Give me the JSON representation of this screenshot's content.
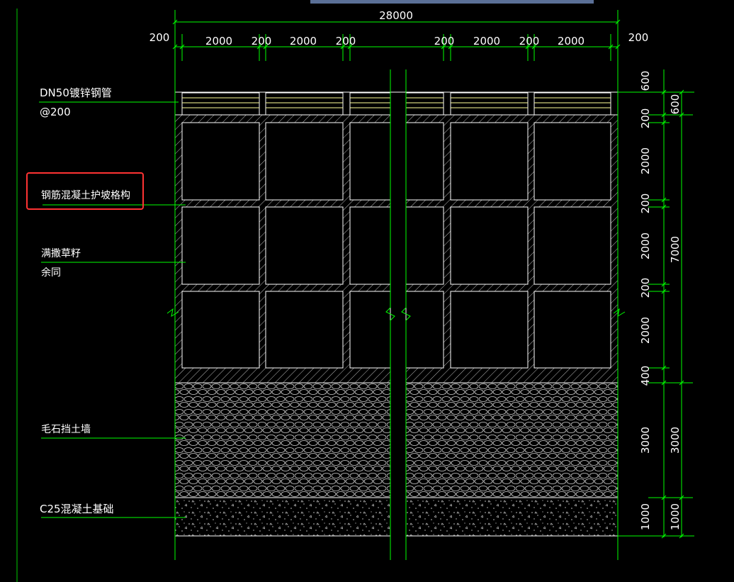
{
  "colors": {
    "background": "#000000",
    "dimension_line": "#00ff00",
    "structure": "#ffffff",
    "pipe": "#ffff99",
    "highlight": "#ff3333",
    "top_bar": "#5a6f96"
  },
  "dimensions": {
    "overall_width": "28000",
    "edge_left": "200",
    "edge_right": "200",
    "column_top": [
      "2000",
      "200",
      "2000",
      "200",
      "200",
      "2000",
      "200",
      "2000"
    ],
    "right_inner": [
      "600",
      "200",
      "2000",
      "200",
      "2000",
      "200",
      "2000",
      "400",
      "3000",
      "1000"
    ],
    "right_outer": [
      "600",
      "7000",
      "3000",
      "1000"
    ]
  },
  "labels": {
    "pipe_line1": "DN50镀锌钢管",
    "pipe_line2": "@200",
    "frame": "钢筋混凝土护坡格构",
    "grass_line1": "满撒草籽",
    "grass_line2": "余同",
    "wall": "毛石挡土墙",
    "foundation": "C25混凝土基础"
  }
}
